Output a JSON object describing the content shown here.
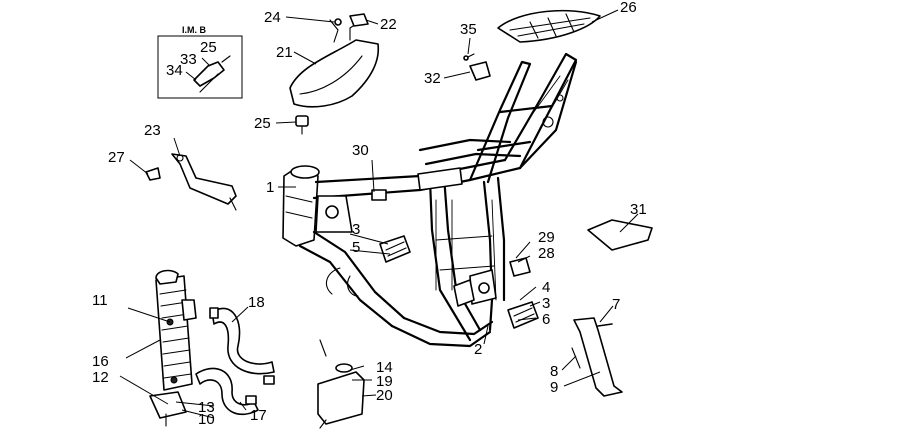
{
  "inset": {
    "label": "I.M. B"
  },
  "callouts": [
    {
      "id": "c1",
      "text": "1"
    },
    {
      "id": "c2",
      "text": "2"
    },
    {
      "id": "c3a",
      "text": "3"
    },
    {
      "id": "c3b",
      "text": "3"
    },
    {
      "id": "c4",
      "text": "4"
    },
    {
      "id": "c5",
      "text": "5"
    },
    {
      "id": "c6",
      "text": "6"
    },
    {
      "id": "c7",
      "text": "7"
    },
    {
      "id": "c8",
      "text": "8"
    },
    {
      "id": "c9",
      "text": "9"
    },
    {
      "id": "c10",
      "text": "10"
    },
    {
      "id": "c11",
      "text": "11"
    },
    {
      "id": "c12",
      "text": "12"
    },
    {
      "id": "c13",
      "text": "13"
    },
    {
      "id": "c14",
      "text": "14"
    },
    {
      "id": "c16",
      "text": "16"
    },
    {
      "id": "c17",
      "text": "17"
    },
    {
      "id": "c18",
      "text": "18"
    },
    {
      "id": "c19",
      "text": "19"
    },
    {
      "id": "c20",
      "text": "20"
    },
    {
      "id": "c21",
      "text": "21"
    },
    {
      "id": "c22",
      "text": "22"
    },
    {
      "id": "c23",
      "text": "23"
    },
    {
      "id": "c24",
      "text": "24"
    },
    {
      "id": "c25a",
      "text": "25"
    },
    {
      "id": "c25b",
      "text": "25"
    },
    {
      "id": "c26",
      "text": "26"
    },
    {
      "id": "c27",
      "text": "27"
    },
    {
      "id": "c28",
      "text": "28"
    },
    {
      "id": "c29",
      "text": "29"
    },
    {
      "id": "c30",
      "text": "30"
    },
    {
      "id": "c31",
      "text": "31"
    },
    {
      "id": "c32",
      "text": "32"
    },
    {
      "id": "c33",
      "text": "33"
    },
    {
      "id": "c34",
      "text": "34"
    },
    {
      "id": "c35",
      "text": "35"
    }
  ]
}
